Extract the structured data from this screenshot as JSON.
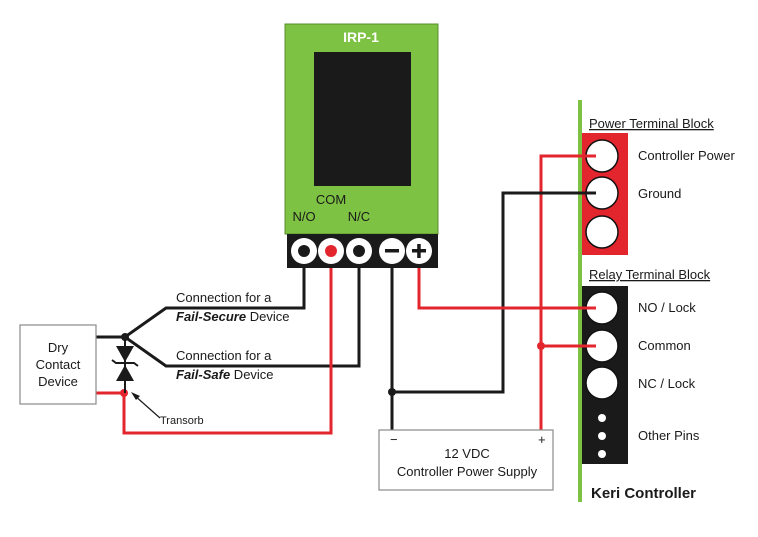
{
  "relay": {
    "title": "IRP-1",
    "com_label": "COM",
    "no_label": "N/O",
    "nc_label": "N/C",
    "body_color": "#7dc242",
    "window_color": "#1a1a1a"
  },
  "connections": {
    "fail_secure_prefix": "Connection for a",
    "fail_secure_emph": "Fail-Secure",
    "fail_secure_suffix": " Device",
    "fail_safe_prefix": "Connection for a",
    "fail_safe_emph": "Fail-Safe",
    "fail_safe_suffix": " Device"
  },
  "dry_contact": {
    "line1": "Dry",
    "line2": "Contact",
    "line3": "Device"
  },
  "transorb_label": "Transorb",
  "power_supply": {
    "minus": "−",
    "plus": "+",
    "line1": "12 VDC",
    "line2": "Controller Power Supply"
  },
  "power_block": {
    "heading": "Power Terminal Block",
    "pin1": "Controller Power",
    "pin2": "Ground",
    "color": "#e3262d"
  },
  "relay_block": {
    "heading": "Relay Terminal Block",
    "pin1": "NO / Lock",
    "pin2": "Common",
    "pin3": "NC / Lock",
    "pin4": "Other Pins"
  },
  "controller_label": "Keri Controller",
  "colors": {
    "wire_black": "#1a1a1a",
    "wire_red": "#e3262d",
    "green": "#7dc242"
  }
}
